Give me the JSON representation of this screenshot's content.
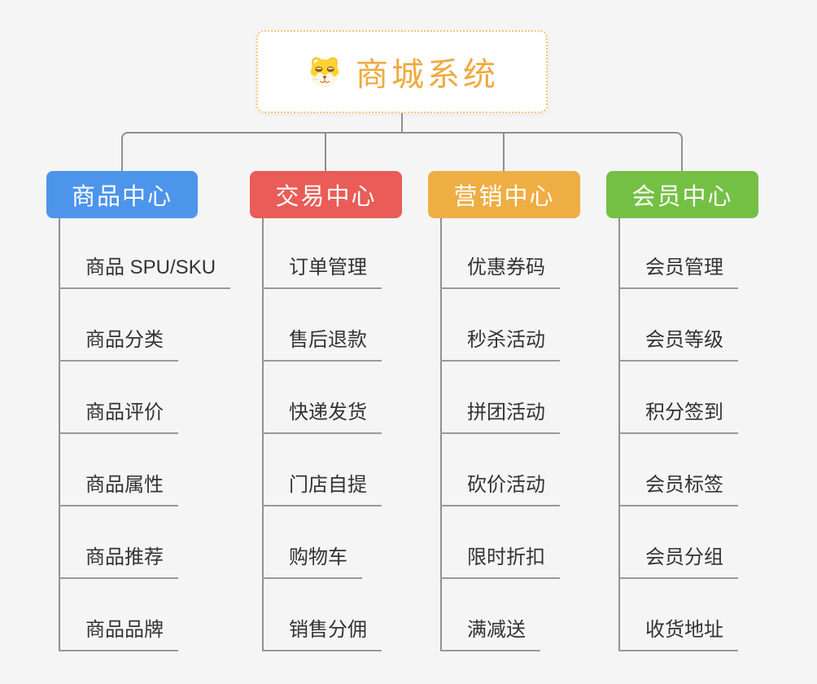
{
  "root": {
    "title": "商城系统",
    "icon": "shiba-dog-icon"
  },
  "branches": [
    {
      "label": "商品中心",
      "color": "#4d94eb",
      "items": [
        "商品 SPU/SKU",
        "商品分类",
        "商品评价",
        "商品属性",
        "商品推荐",
        "商品品牌"
      ]
    },
    {
      "label": "交易中心",
      "color": "#e95c57",
      "items": [
        "订单管理",
        "售后退款",
        "快递发货",
        "门店自提",
        "购物车",
        "销售分佣"
      ]
    },
    {
      "label": "营销中心",
      "color": "#eeae43",
      "items": [
        "优惠券码",
        "秒杀活动",
        "拼团活动",
        "砍价活动",
        "限时折扣",
        "满减送"
      ]
    },
    {
      "label": "会员中心",
      "color": "#74c044",
      "items": [
        "会员管理",
        "会员等级",
        "积分签到",
        "会员标签",
        "会员分组",
        "收货地址"
      ]
    }
  ],
  "colors": {
    "background": "#f5f5f6",
    "connector_line": "#8f8f8f",
    "item_underline": "#9a9a9a",
    "item_text": "#333333",
    "root_border": "#f6c678",
    "root_title": "#f0a93f"
  }
}
